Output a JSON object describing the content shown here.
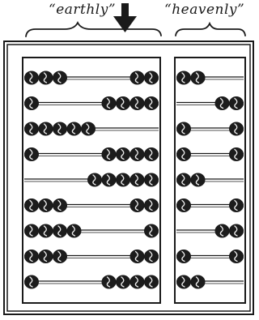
{
  "labels": {
    "earthly": "“earthly”",
    "heavenly": "“heavenly”"
  },
  "colors": {
    "ink": "#1a1a1a",
    "bead": "#1c1c1c",
    "bead_mark": "#f2f2f2",
    "paper": "#ffffff"
  },
  "icons": {
    "pointer": "down-arrow-icon"
  },
  "abacus": {
    "rods": 9,
    "earthly_beads_per_rod": 5,
    "heavenly_beads_per_rod": 2,
    "earthly_left_counts": [
      3,
      1,
      5,
      1,
      0,
      3,
      4,
      3,
      1
    ],
    "heavenly_left_counts": [
      2,
      0,
      1,
      1,
      2,
      1,
      0,
      1,
      2
    ]
  }
}
